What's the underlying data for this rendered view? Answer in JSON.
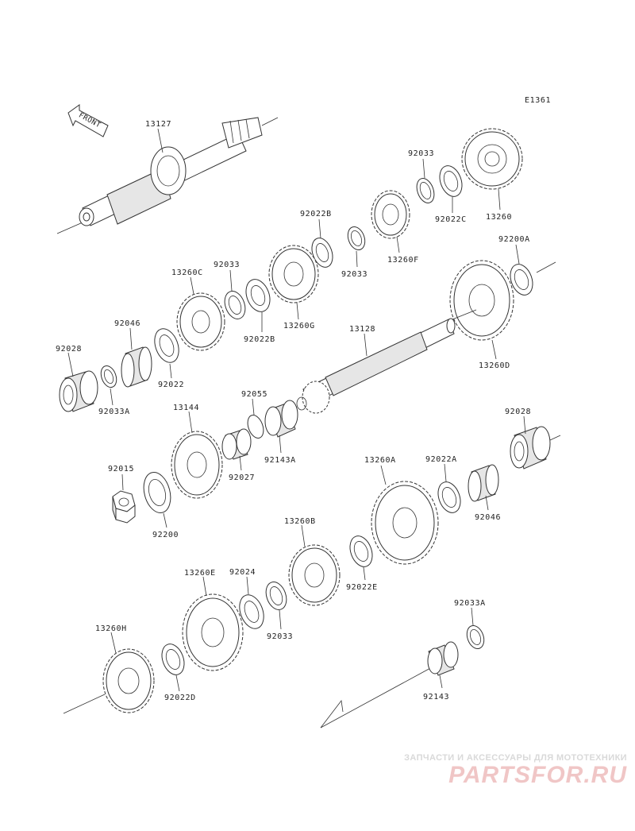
{
  "diagram": {
    "code": "E1361",
    "front_label": "FRONT",
    "parts": [
      "13127",
      "92033",
      "92022C",
      "13260",
      "92022B",
      "92033",
      "13260F",
      "13260C",
      "92033",
      "92022B",
      "13260G",
      "92200A",
      "92046",
      "13128",
      "92028",
      "92022",
      "92033A",
      "13260D",
      "92055",
      "13144",
      "92143A",
      "92027",
      "92028",
      "92015",
      "92200",
      "13260A",
      "92022A",
      "92046",
      "13260B",
      "92022E",
      "13260E",
      "92024",
      "92033",
      "92033A",
      "13260H",
      "92022D",
      "92143"
    ]
  },
  "watermark": {
    "tagline": "ЗАПЧАСТИ И АКСЕССУАРЫ ДЛЯ МОТОТЕХНИКИ",
    "brand": "PARTSFOR.RU"
  }
}
